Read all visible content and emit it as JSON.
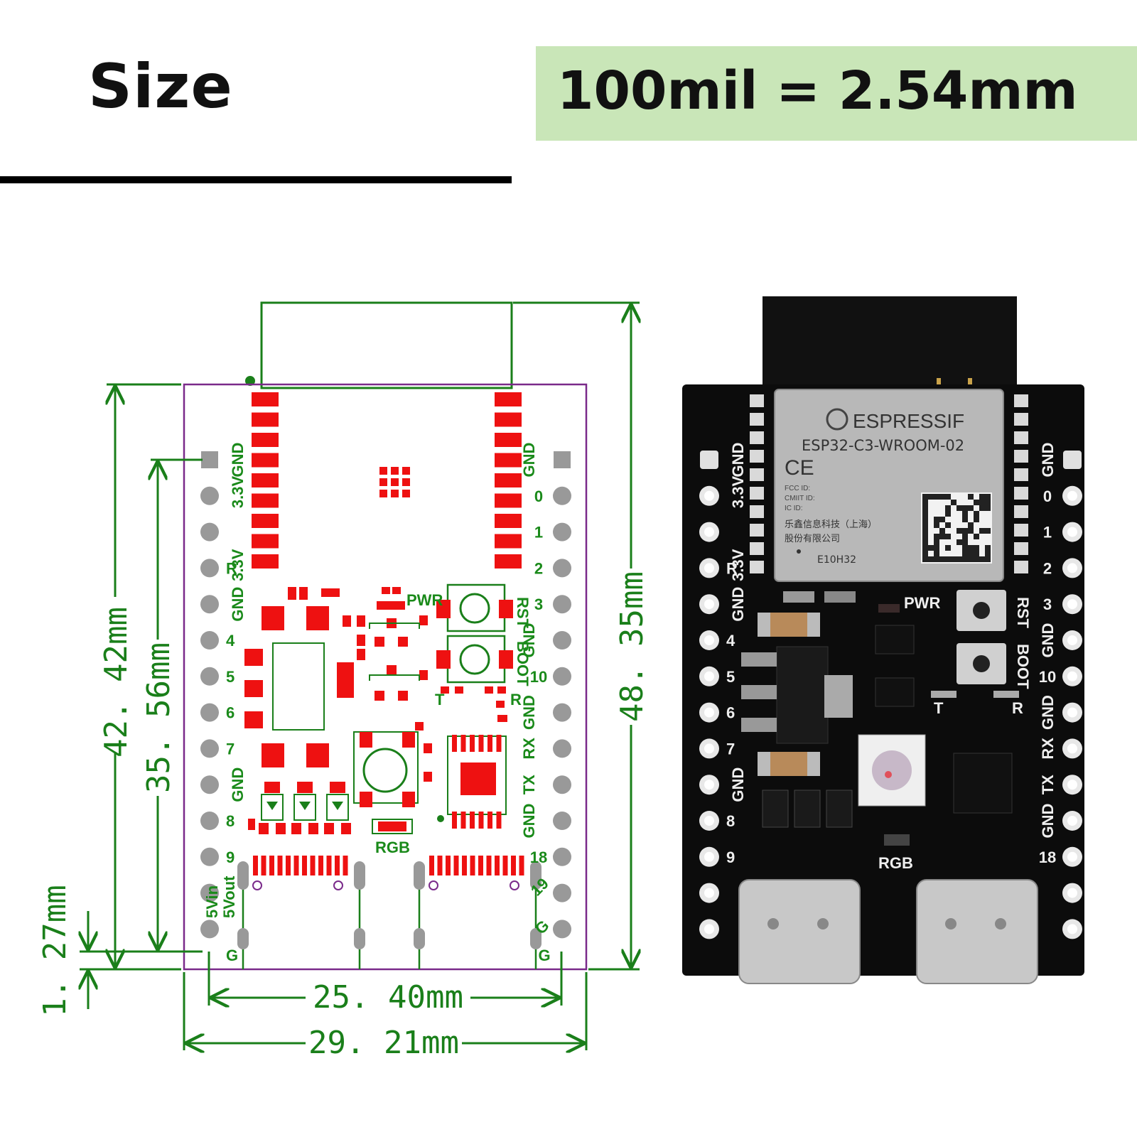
{
  "header": {
    "title": "Size",
    "scale_note": "100mil = 2.54mm"
  },
  "dimensions": {
    "height_pins": "42. 42mm",
    "height_inner": "35. 56mm",
    "height_total": "48. 35mm",
    "pin_offset": "1. 27mm",
    "width_pins": "25. 40mm",
    "width_total": "29. 21mm"
  },
  "left_pins": [
    "GND",
    "3.3V",
    "3.3V",
    "R",
    "GND",
    "4",
    "5",
    "6",
    "7",
    "GND",
    "8",
    "9",
    "5Vout",
    "5Vin",
    "G"
  ],
  "right_pins": [
    "GND",
    "0",
    "1",
    "2",
    "3",
    "GND",
    "10",
    "GND",
    "RX",
    "TX",
    "GND",
    "18",
    "19",
    "G",
    "G"
  ],
  "board_labels": {
    "pwr": "PWR",
    "rst": "RST",
    "boot": "BOOT",
    "t": "T",
    "r": "R",
    "rgb": "RGB"
  },
  "module": {
    "brand": "ESPRESSIF",
    "model": "ESP32-C3-WROOM-02",
    "ce": "CE",
    "fcc": "FCC ID:",
    "cmiit": "CMIIT ID:",
    "ic": "IC ID:",
    "company_line1": "乐鑫信息科技（上海）",
    "company_line2": "股份有限公司",
    "code": "E10H32"
  },
  "colors": {
    "dim_green": "#1a7f1a",
    "pad_red": "#ee1111",
    "outline_purple": "#7a2a8a",
    "pcb_black": "#0c0c0c",
    "scale_bg": "#c9e6b8"
  }
}
